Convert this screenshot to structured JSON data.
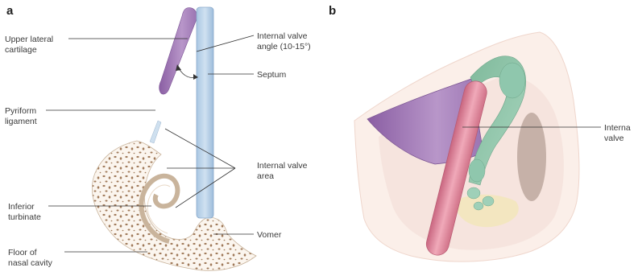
{
  "panel_a": {
    "letter": "a",
    "labels": {
      "upper_lateral_cartilage": [
        "Upper lateral",
        "cartilage"
      ],
      "pyriform_ligament": [
        "Pyriform",
        "ligament"
      ],
      "inferior_turbinate": [
        "Inferior",
        "turbinate"
      ],
      "floor_of_nasal_cavity": [
        "Floor of",
        "nasal cavity"
      ],
      "internal_valve_angle": [
        "Internal valve",
        "angle (10-15°)"
      ],
      "septum": "Septum",
      "internal_valve_area": [
        "Internal valve",
        "area"
      ],
      "vomer": "Vomer"
    }
  },
  "panel_b": {
    "letter": "b",
    "labels": {
      "internal_valve": [
        "Interna",
        "valve"
      ]
    }
  },
  "colors": {
    "upper_lateral_cartilage": "#9b6fb0",
    "septum": "#b9d3ea",
    "lower_lateral_cartilage": "#8cc4a8",
    "septum_pink": "#dc7f96",
    "bone_speckle": "#a07a5a",
    "skin": "#f4dfd8"
  }
}
